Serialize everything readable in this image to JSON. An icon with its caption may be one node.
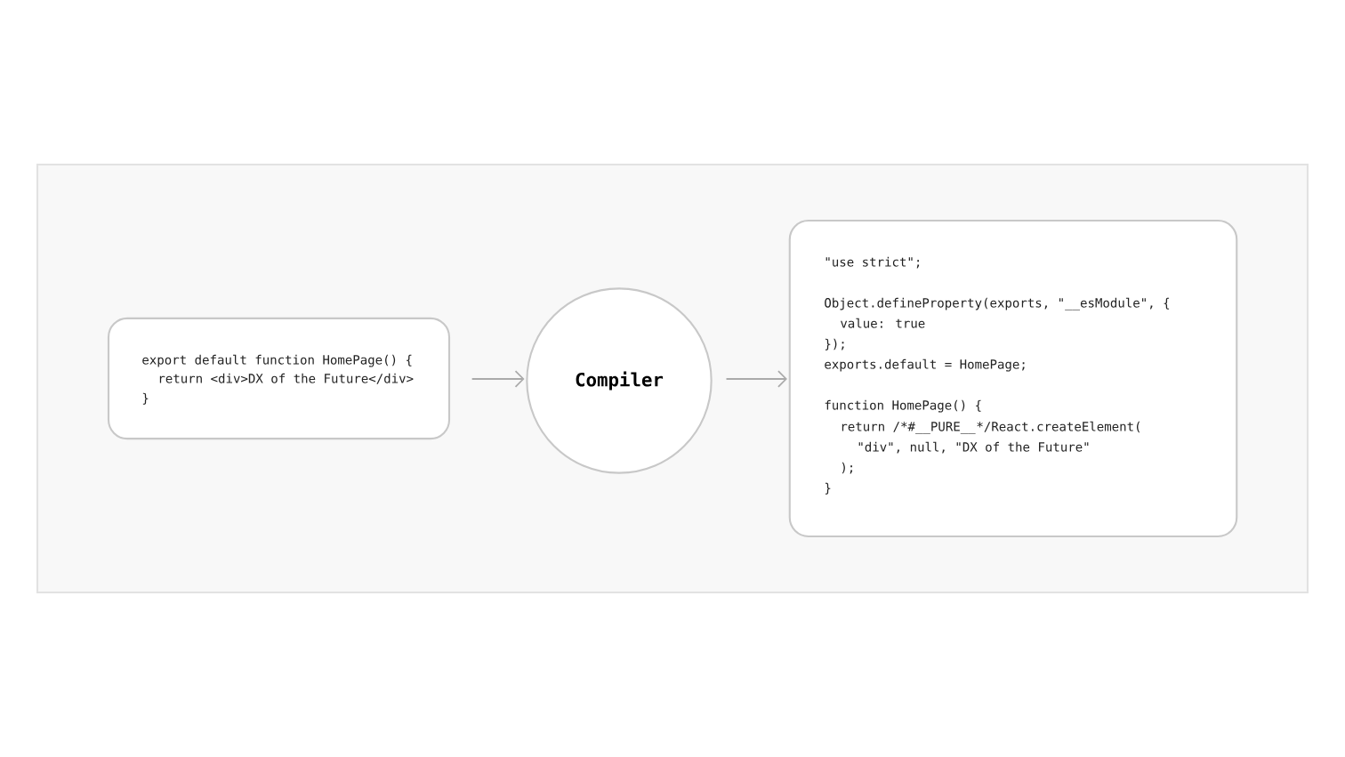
{
  "diagram": {
    "nodes": [
      {
        "text": [
          "export default function HomePage() {",
          "return <div>DX of the Future</div>",
          "}"
        ]
      },
      {
        "text": [
          "Compiler"
        ]
      },
      {
        "text": [
          "\"use strict\";",
          "Object.defineProperty(exports, \"__esModule\", {",
          "value: true",
          "});",
          "exports.default = HomePage;",
          "function HomePage() {",
          "return /*#__PURE__",
          "*/React.createElement(",
          "\"div\", null, \"DX of the Future\"",
          ");",
          "}"
        ]
      }
    ],
    "edges": [
      {
        "from": 0,
        "to": 1,
        "arrow": "to"
      },
      {
        "from": 1,
        "to": 2,
        "arrow": "to"
      }
    ]
  }
}
